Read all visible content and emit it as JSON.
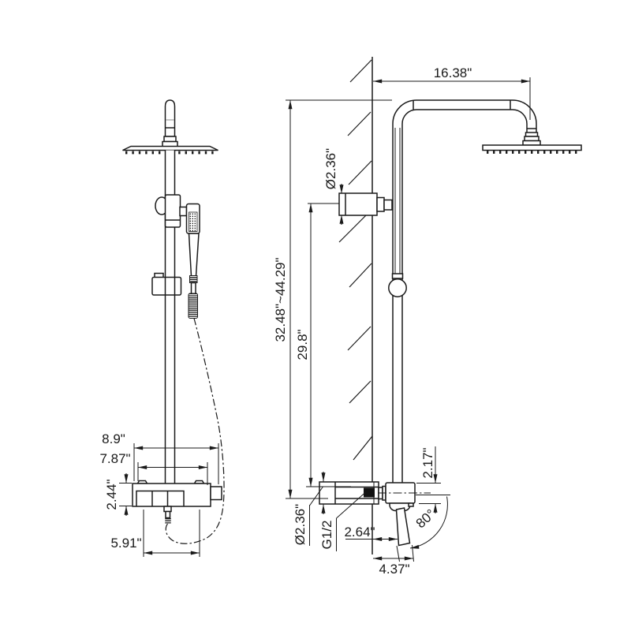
{
  "diagram": {
    "background": "#ffffff",
    "ink": "#1a1a1a",
    "front_view": {
      "dims": {
        "overall_width": "8.9\"",
        "trim_width": "7.87\"",
        "valve_height": "2.44\"",
        "outlet_span": "5.91\""
      }
    },
    "side_view": {
      "dims": {
        "arm_reach": "16.38\"",
        "bracket_dia": "Ø2.36\"",
        "height_range": "32.48\"~44.29\"",
        "riser_height": "29.8\"",
        "valve_height": "2.17\"",
        "inlet_dia": "Ø2.36\"",
        "thread": "G1/2",
        "handle_offset": "2.64\"",
        "spout_reach": "4.37\"",
        "handle_angle": "80°"
      }
    }
  }
}
